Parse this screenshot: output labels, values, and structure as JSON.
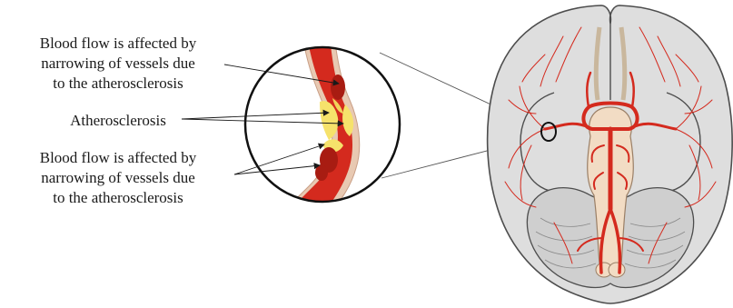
{
  "diagram": {
    "labels": {
      "blood_flow_top": [
        "Blood flow is affected by",
        "narrowing of vessels due",
        "to the atherosclerosis"
      ],
      "atherosclerosis": "Atherosclerosis",
      "blood_flow_bottom": [
        "Blood flow is affected by",
        "narrowing of vessels due",
        "to the atherosclerosis"
      ]
    },
    "colors": {
      "vessel_red": "#d42a1e",
      "plaque_yellow": "#f6e26b",
      "vessel_wall": "#e8c9b2",
      "brain_fill": "#dcdcdc",
      "brain_outline": "#4d4d4d",
      "cerebellum": "#cfcfcf",
      "brainstem": "#f2dcc4",
      "ink": "#1a1a1a"
    }
  }
}
